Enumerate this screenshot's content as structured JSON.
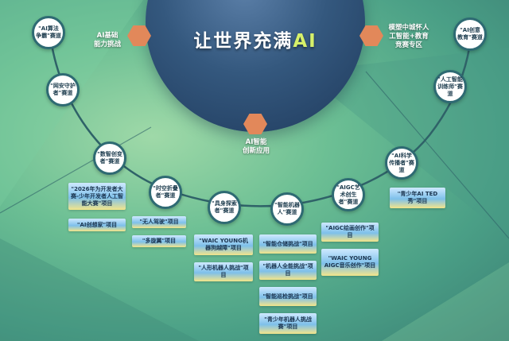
{
  "title": {
    "main": "让世界充满",
    "accent": "AI"
  },
  "colors": {
    "hex": "#e2885a",
    "node_border": "#2e6a73",
    "planet": "#34587e",
    "arc": "#2f6268"
  },
  "pillars": {
    "left": "AI基础\n能力挑战",
    "center": "AI智能\n创新应用",
    "right": "模塑中城怀人\n工智能+教育\n竞赛专区"
  },
  "nodes": [
    {
      "id": "algo",
      "label": "\"AI算法争霸\"赛道"
    },
    {
      "id": "guard",
      "label": "\"网安守护者\"赛道"
    },
    {
      "id": "creator",
      "label": "\"数智创变者\"赛道"
    },
    {
      "id": "spacetime",
      "label": "\"时空折叠者\"赛道"
    },
    {
      "id": "embodied",
      "label": "\"具身探索者\"赛道"
    },
    {
      "id": "robot",
      "label": "\"智能机器人\"赛道"
    },
    {
      "id": "aigc",
      "label": "\"AIGC艺术创生者\"赛道"
    },
    {
      "id": "science",
      "label": "\"AI科学传播者\"赛道"
    },
    {
      "id": "trainer",
      "label": "\"人工智能训练师\"赛道"
    },
    {
      "id": "edu",
      "label": "\"AI创意教育\"赛道"
    }
  ],
  "cards": [
    {
      "id": "c1",
      "label": "\"2026年为开发者大赛-少年开发者人工智能大赛\"项目"
    },
    {
      "id": "c2",
      "label": "\"AI创想家\"项目"
    },
    {
      "id": "c3",
      "label": "\"无人驾驶\"项目"
    },
    {
      "id": "c4",
      "label": "\"多旋翼\"项目"
    },
    {
      "id": "c5",
      "label": "\"WAIC YOUNG机器狗越障\"项目"
    },
    {
      "id": "c6",
      "label": "\"人形机器人挑战\"项目"
    },
    {
      "id": "c7",
      "label": "\"智能仓储挑战\"项目"
    },
    {
      "id": "c8",
      "label": "\"机器人全能挑战\"项目"
    },
    {
      "id": "c9",
      "label": "\"智能巡检挑战\"项目"
    },
    {
      "id": "c10",
      "label": "\"青少年机器人挑战赛\"项目"
    },
    {
      "id": "c11",
      "label": "\"AIGC绘画创作\"项目"
    },
    {
      "id": "c12",
      "label": "\"WAIC YOUNG AIGC音乐创作\"项目"
    },
    {
      "id": "c13",
      "label": "\"青少年AI TED秀\"项目"
    }
  ]
}
